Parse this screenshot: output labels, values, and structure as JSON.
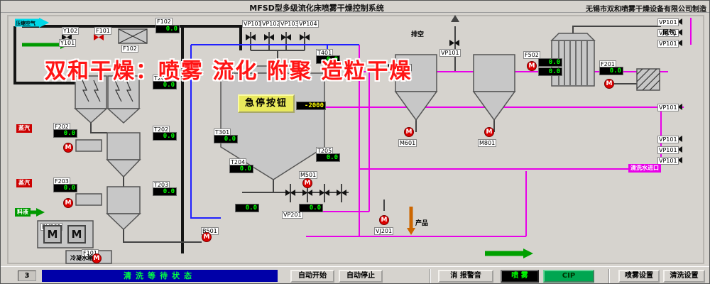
{
  "header": {
    "title": "MFSD型多级流化床喷雾干燥控制系统",
    "manufacturer": "无锡市双和喷雾干燥设备有限公司制造"
  },
  "watermark": "双和干燥：喷雾 流化 附聚 造粒干燥",
  "diagram": {
    "emergency_button": "急停按钮",
    "pump_label": "M",
    "values": {
      "zero": "0.0",
      "vacuum": "-2000"
    },
    "tags": {
      "y101": "Y101",
      "y102": "Y102",
      "f101": "F101",
      "f102": "F102",
      "f201": "F201",
      "f202": "F202",
      "f203": "F203",
      "f502": "F502",
      "t201": "T201",
      "t202": "T202",
      "t203": "T203",
      "t204": "T204",
      "t205": "T205",
      "t301": "T301",
      "t401": "T401",
      "vp101": "VP101",
      "vp102": "VP102",
      "vp103": "VP103",
      "vp104": "VP104",
      "vp201": "VP201",
      "m501": "M501",
      "m601": "M601",
      "m801": "M801",
      "b501": "B501",
      "vj201": "VJ201",
      "bh201": "BH201"
    },
    "labels": {
      "compressed_air": "压缩空气",
      "steam": "蒸汽",
      "feed_liquid": "料液",
      "vent": "排空",
      "tail_gas": "尾气",
      "product": "产品",
      "condensate_tank": "冷凝水箱",
      "cip_inlet": "清洗水进口"
    }
  },
  "statusbar": {
    "counter": "3",
    "status": "清洗等待状态",
    "buttons": {
      "auto_start": "自动开始",
      "auto_stop": "自动停止",
      "mute_alarm": "消 报警音",
      "spray": "喷 雾",
      "cip": "CIP",
      "spray_settings": "喷雾设置",
      "clean_settings": "清洗设置"
    }
  }
}
